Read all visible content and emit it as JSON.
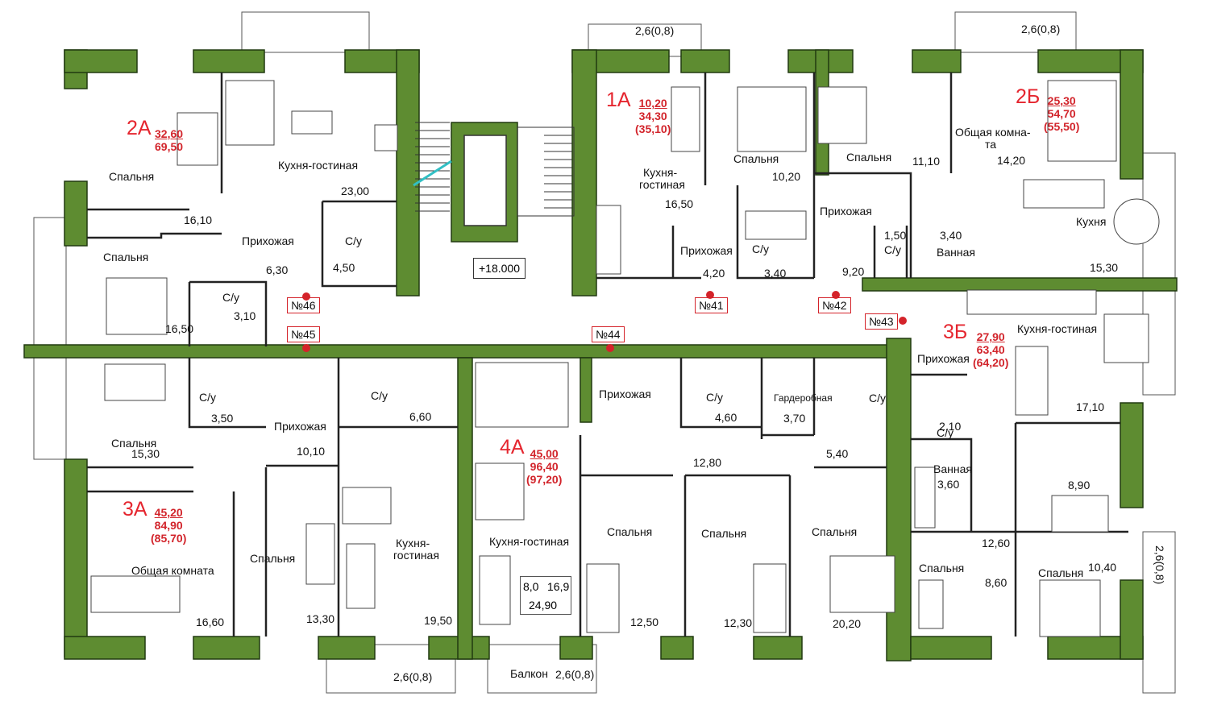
{
  "colors": {
    "wall": "#5e8c31",
    "wall_dark": "#203a10",
    "flat_red": "#d4232a",
    "text": "#111111",
    "line": "#555555"
  },
  "apartments": [
    {
      "code": "2А",
      "living": "32,60",
      "total": "69,50"
    },
    {
      "code": "1А",
      "living": "10,20",
      "total": "34,30",
      "total_balcony": "(35,10)"
    },
    {
      "code": "2Б",
      "living": "25,30",
      "total": "54,70",
      "total_balcony": "(55,50)"
    },
    {
      "code": "3Б",
      "living": "27,90",
      "total": "63,40",
      "total_balcony": "(64,20)"
    },
    {
      "code": "3А",
      "living": "45,20",
      "total": "84,90",
      "total_balcony": "(85,70)"
    },
    {
      "code": "4А",
      "living": "45,00",
      "total": "96,40",
      "total_balcony": "(97,20)"
    }
  ],
  "room_labels": {
    "spalnya": "Спальня",
    "kuhnya_gostinaya": "Кухня-гостиная",
    "kuhnya_gost_a": "Кухня-",
    "kuhnya_gost_b": "гостиная",
    "prihozhaya": "Прихожая",
    "su": "С/у",
    "vannaya": "Ванная",
    "obshchaya": "Общая комната",
    "obshchaya_a": "Общая комна-",
    "obshchaya_b": "та",
    "kuhnya": "Кухня",
    "garderobnaya": "Гардеробная",
    "balkon": "Балкон"
  },
  "areas": [
    "23,00",
    "16,10",
    "6,30",
    "4,50",
    "3,10",
    "16,50",
    "16,50",
    "4,20",
    "3,40",
    "10,20",
    "11,10",
    "14,20",
    "1,50",
    "3,40",
    "9,20",
    "15,30",
    "17,10",
    "2,10",
    "3,60",
    "8,90",
    "12,60",
    "8,60",
    "10,40",
    "3,50",
    "15,30",
    "10,10",
    "6,60",
    "12,80",
    "4,60",
    "3,70",
    "5,40",
    "16,60",
    "13,30",
    "19,50",
    "12,50",
    "12,30",
    "20,20"
  ],
  "area_4a_split": {
    "a": "8,0",
    "b": "16,9",
    "c": "24,90"
  },
  "doors": [
    "№46",
    "№45",
    "№44",
    "№41",
    "№42",
    "№43"
  ],
  "level_mark": "+18.000",
  "balcony_dims": [
    "2,6(0,8)",
    "2,6(0,8)",
    "2,6(0,8)",
    "2,6(0,8)",
    "2,6(0,8)"
  ]
}
